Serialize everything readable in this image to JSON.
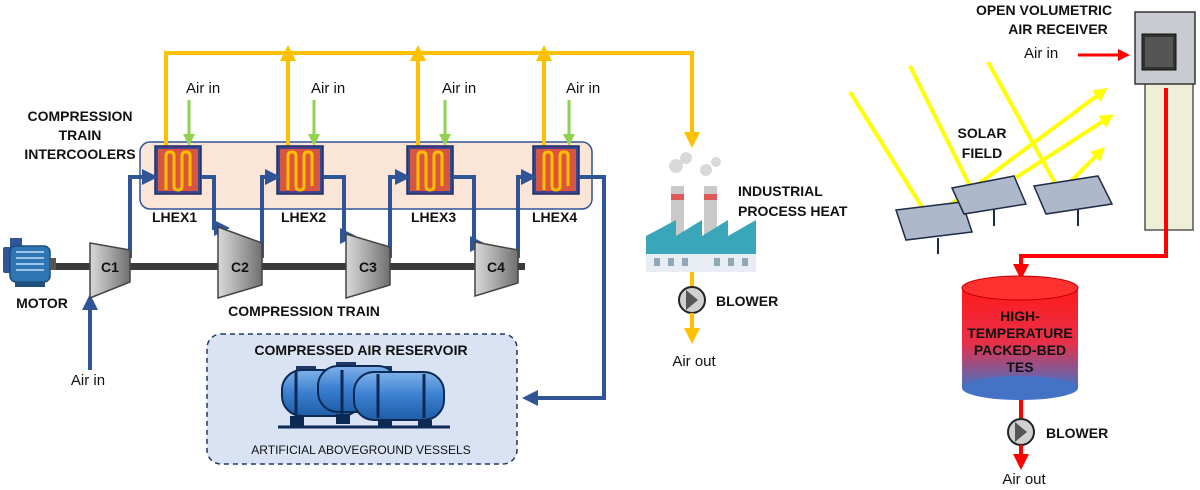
{
  "labels": {
    "compression_train_intercoolers": [
      "COMPRESSION",
      "TRAIN",
      "INTERCOOLERS"
    ],
    "hex": [
      "LHEX1",
      "LHEX2",
      "LHEX3",
      "LHEX4"
    ],
    "compressors": [
      "C1",
      "C2",
      "C3",
      "C4"
    ],
    "motor": "MOTOR",
    "compression_train": "COMPRESSION TRAIN",
    "air_in": "Air in",
    "air_out": "Air out",
    "reservoir_title": "COMPRESSED AIR RESERVOIR",
    "reservoir_subtitle": "ARTIFICIAL ABOVEGROUND VESSELS",
    "industrial_process_heat": [
      "INDUSTRIAL",
      "PROCESS HEAT"
    ],
    "blower": "BLOWER",
    "receiver": [
      "OPEN VOLUMETRIC",
      "AIR RECEIVER"
    ],
    "solar_field": [
      "SOLAR",
      "FIELD"
    ],
    "tes": [
      "HIGH-",
      "TEMPERATURE",
      "PACKED-BED",
      "TES"
    ]
  },
  "colors": {
    "compressed_air_line": "#2f5597",
    "hot_air_line": "#ffc000",
    "ambient_air_arrow": "#92d050",
    "solar_ray": "#ffff00",
    "receiver_air_line": "#ff0000",
    "intercooler_box_fill": "#fbe5d6"
  }
}
